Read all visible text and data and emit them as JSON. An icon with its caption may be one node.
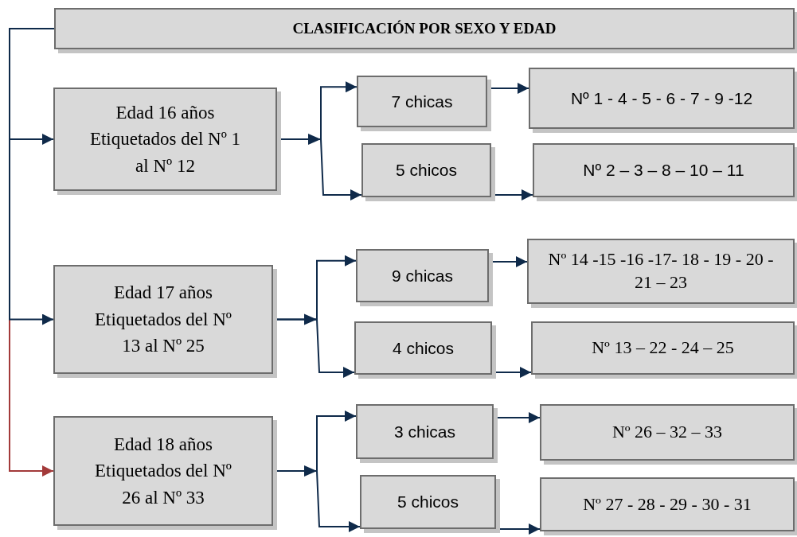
{
  "diagram": {
    "nodes": [
      {
        "text": [
          "CLASIFICACIÓN POR SEXO Y EDAD"
        ]
      },
      {
        "text": [
          "Edad 16 años Etiquetados del Nº 1 al Nº 12"
        ]
      },
      {
        "text": [
          "7 chicas"
        ]
      },
      {
        "text": [
          "Nº 1 - 4 - 5 - 6 - 7 - 9 -12"
        ]
      },
      {
        "text": [
          "5 chicos"
        ]
      },
      {
        "text": [
          "Nº 2 – 3 – 8 – 10 – 11"
        ]
      },
      {
        "text": [
          "Edad 17 años Etiquetados del Nº 13 al Nº 25"
        ]
      },
      {
        "text": [
          "9 chicas"
        ]
      },
      {
        "text": [
          "Nº 14 -15 -16 -17- 18 - 19 - 20 - 21 – 23"
        ]
      },
      {
        "text": [
          "4 chicos"
        ]
      },
      {
        "text": [
          "Nº 13 – 22 - 24 – 25"
        ]
      },
      {
        "text": [
          "Edad 18 años Etiquetados del Nº 26 al Nº 33"
        ]
      },
      {
        "text": [
          "3 chicas"
        ]
      },
      {
        "text": [
          "Nº 26 – 32 – 33"
        ]
      },
      {
        "text": [
          "5 chicos"
        ]
      },
      {
        "text": [
          "Nº 27 - 28 - 29 - 30 - 31"
        ]
      }
    ],
    "edges": [
      {
        "from": 0,
        "to": 11,
        "arrow": "to",
        "color": "#a33a3a"
      },
      {
        "from": 0,
        "to": 1,
        "arrow": "to"
      },
      {
        "from": 0,
        "to": 6,
        "arrow": "to"
      },
      {
        "from": 1,
        "to": 2,
        "arrow": "to"
      },
      {
        "from": 1,
        "to": 4,
        "arrow": "to"
      },
      {
        "from": 2,
        "to": 3,
        "arrow": "to"
      },
      {
        "from": 4,
        "to": 5,
        "arrow": "to"
      },
      {
        "from": 6,
        "to": 7,
        "arrow": "to"
      },
      {
        "from": 6,
        "to": 9,
        "arrow": "to"
      },
      {
        "from": 7,
        "to": 8,
        "arrow": "to"
      },
      {
        "from": 9,
        "to": 10,
        "arrow": "to"
      },
      {
        "from": 11,
        "to": 12,
        "arrow": "to"
      },
      {
        "from": 11,
        "to": 14,
        "arrow": "to"
      },
      {
        "from": 12,
        "to": 13,
        "arrow": "to"
      },
      {
        "from": 14,
        "to": 15,
        "arrow": "to"
      }
    ]
  }
}
